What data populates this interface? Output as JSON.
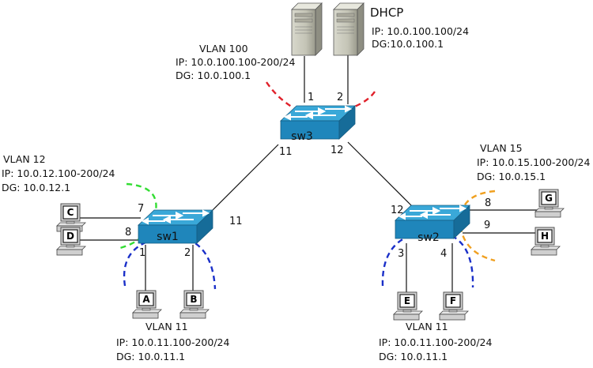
{
  "servers": {
    "left": {
      "icon": "server-icon"
    },
    "dhcp": {
      "icon": "server-icon",
      "name": "DHCP",
      "ip": "IP: 10.0.100.100/24",
      "dg": "DG:10.0.100.1"
    }
  },
  "switches": {
    "sw3": {
      "label": "sw3",
      "icon": "switch-icon"
    },
    "sw1": {
      "label": "sw1",
      "icon": "switch-icon"
    },
    "sw2": {
      "label": "sw2",
      "icon": "switch-icon"
    }
  },
  "vlan_labels": {
    "vlan100": {
      "name": "VLAN 100",
      "ip": "IP: 10.0.100.100-200/24",
      "dg": "DG: 10.0.100.1"
    },
    "vlan12": {
      "name": "VLAN 12",
      "ip": "IP: 10.0.12.100-200/24",
      "dg": "DG: 10.0.12.1"
    },
    "vlan15": {
      "name": "VLAN 15",
      "ip": "IP: 10.0.15.100-200/24",
      "dg": "DG: 10.0.15.1"
    },
    "vlan11_left": {
      "name": "VLAN 11",
      "ip": "IP: 10.0.11.100-200/24",
      "dg": "DG: 10.0.11.1"
    },
    "vlan11_right": {
      "name": "VLAN 11",
      "ip": "IP: 10.0.11.100-200/24",
      "dg": "DG: 10.0.11.1"
    }
  },
  "ports": {
    "sw3_p1": "1",
    "sw3_p2": "2",
    "sw3_p11": "11",
    "sw3_p12": "12",
    "sw1_p7": "7",
    "sw1_p8": "8",
    "sw1_p1": "1",
    "sw1_p2": "2",
    "sw1_p11": "11",
    "sw2_p12": "12",
    "sw2_p8": "8",
    "sw2_p9": "9",
    "sw2_p3": "3",
    "sw2_p4": "4"
  },
  "hosts": {
    "A": {
      "label": "A",
      "icon": "computer-icon"
    },
    "B": {
      "label": "B",
      "icon": "computer-icon"
    },
    "C": {
      "label": "C",
      "icon": "computer-icon"
    },
    "D": {
      "label": "D",
      "icon": "computer-icon"
    },
    "E": {
      "label": "E",
      "icon": "computer-icon"
    },
    "F": {
      "label": "F",
      "icon": "computer-icon"
    },
    "G": {
      "label": "G",
      "icon": "computer-icon"
    },
    "H": {
      "label": "H",
      "icon": "computer-icon"
    }
  },
  "colors": {
    "vlan100": "#e0202a",
    "vlan12": "#33dd33",
    "vlan11": "#1a2fc8",
    "vlan15": "#f0a020",
    "switch_top": "#3aa8d8",
    "switch_side": "#1e7fb0"
  }
}
